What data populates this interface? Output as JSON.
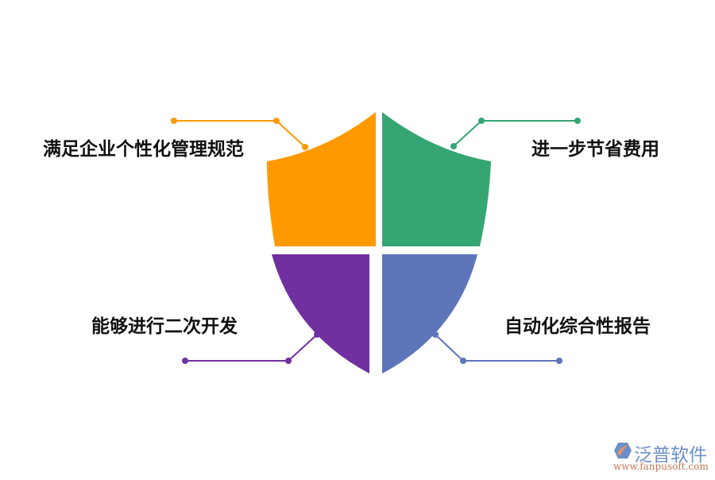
{
  "diagram": {
    "type": "shield-quadrant-infographic",
    "quadrants": [
      {
        "id": "top-left",
        "label": "满足企业个性化管理规范",
        "color": "#FF9900"
      },
      {
        "id": "top-right",
        "label": "进一步节省费用",
        "color": "#35A672"
      },
      {
        "id": "bottom-left",
        "label": "能够进行二次开发",
        "color": "#7030A0"
      },
      {
        "id": "bottom-right",
        "label": "自动化综合性报告",
        "color": "#5E75B9"
      }
    ]
  },
  "watermark": {
    "name": "泛普软件",
    "url": "www.fanpusoft.com",
    "icon": "fanpu-logo-icon",
    "name_color": "#6b8fc7",
    "url_color": "#c0785a"
  }
}
